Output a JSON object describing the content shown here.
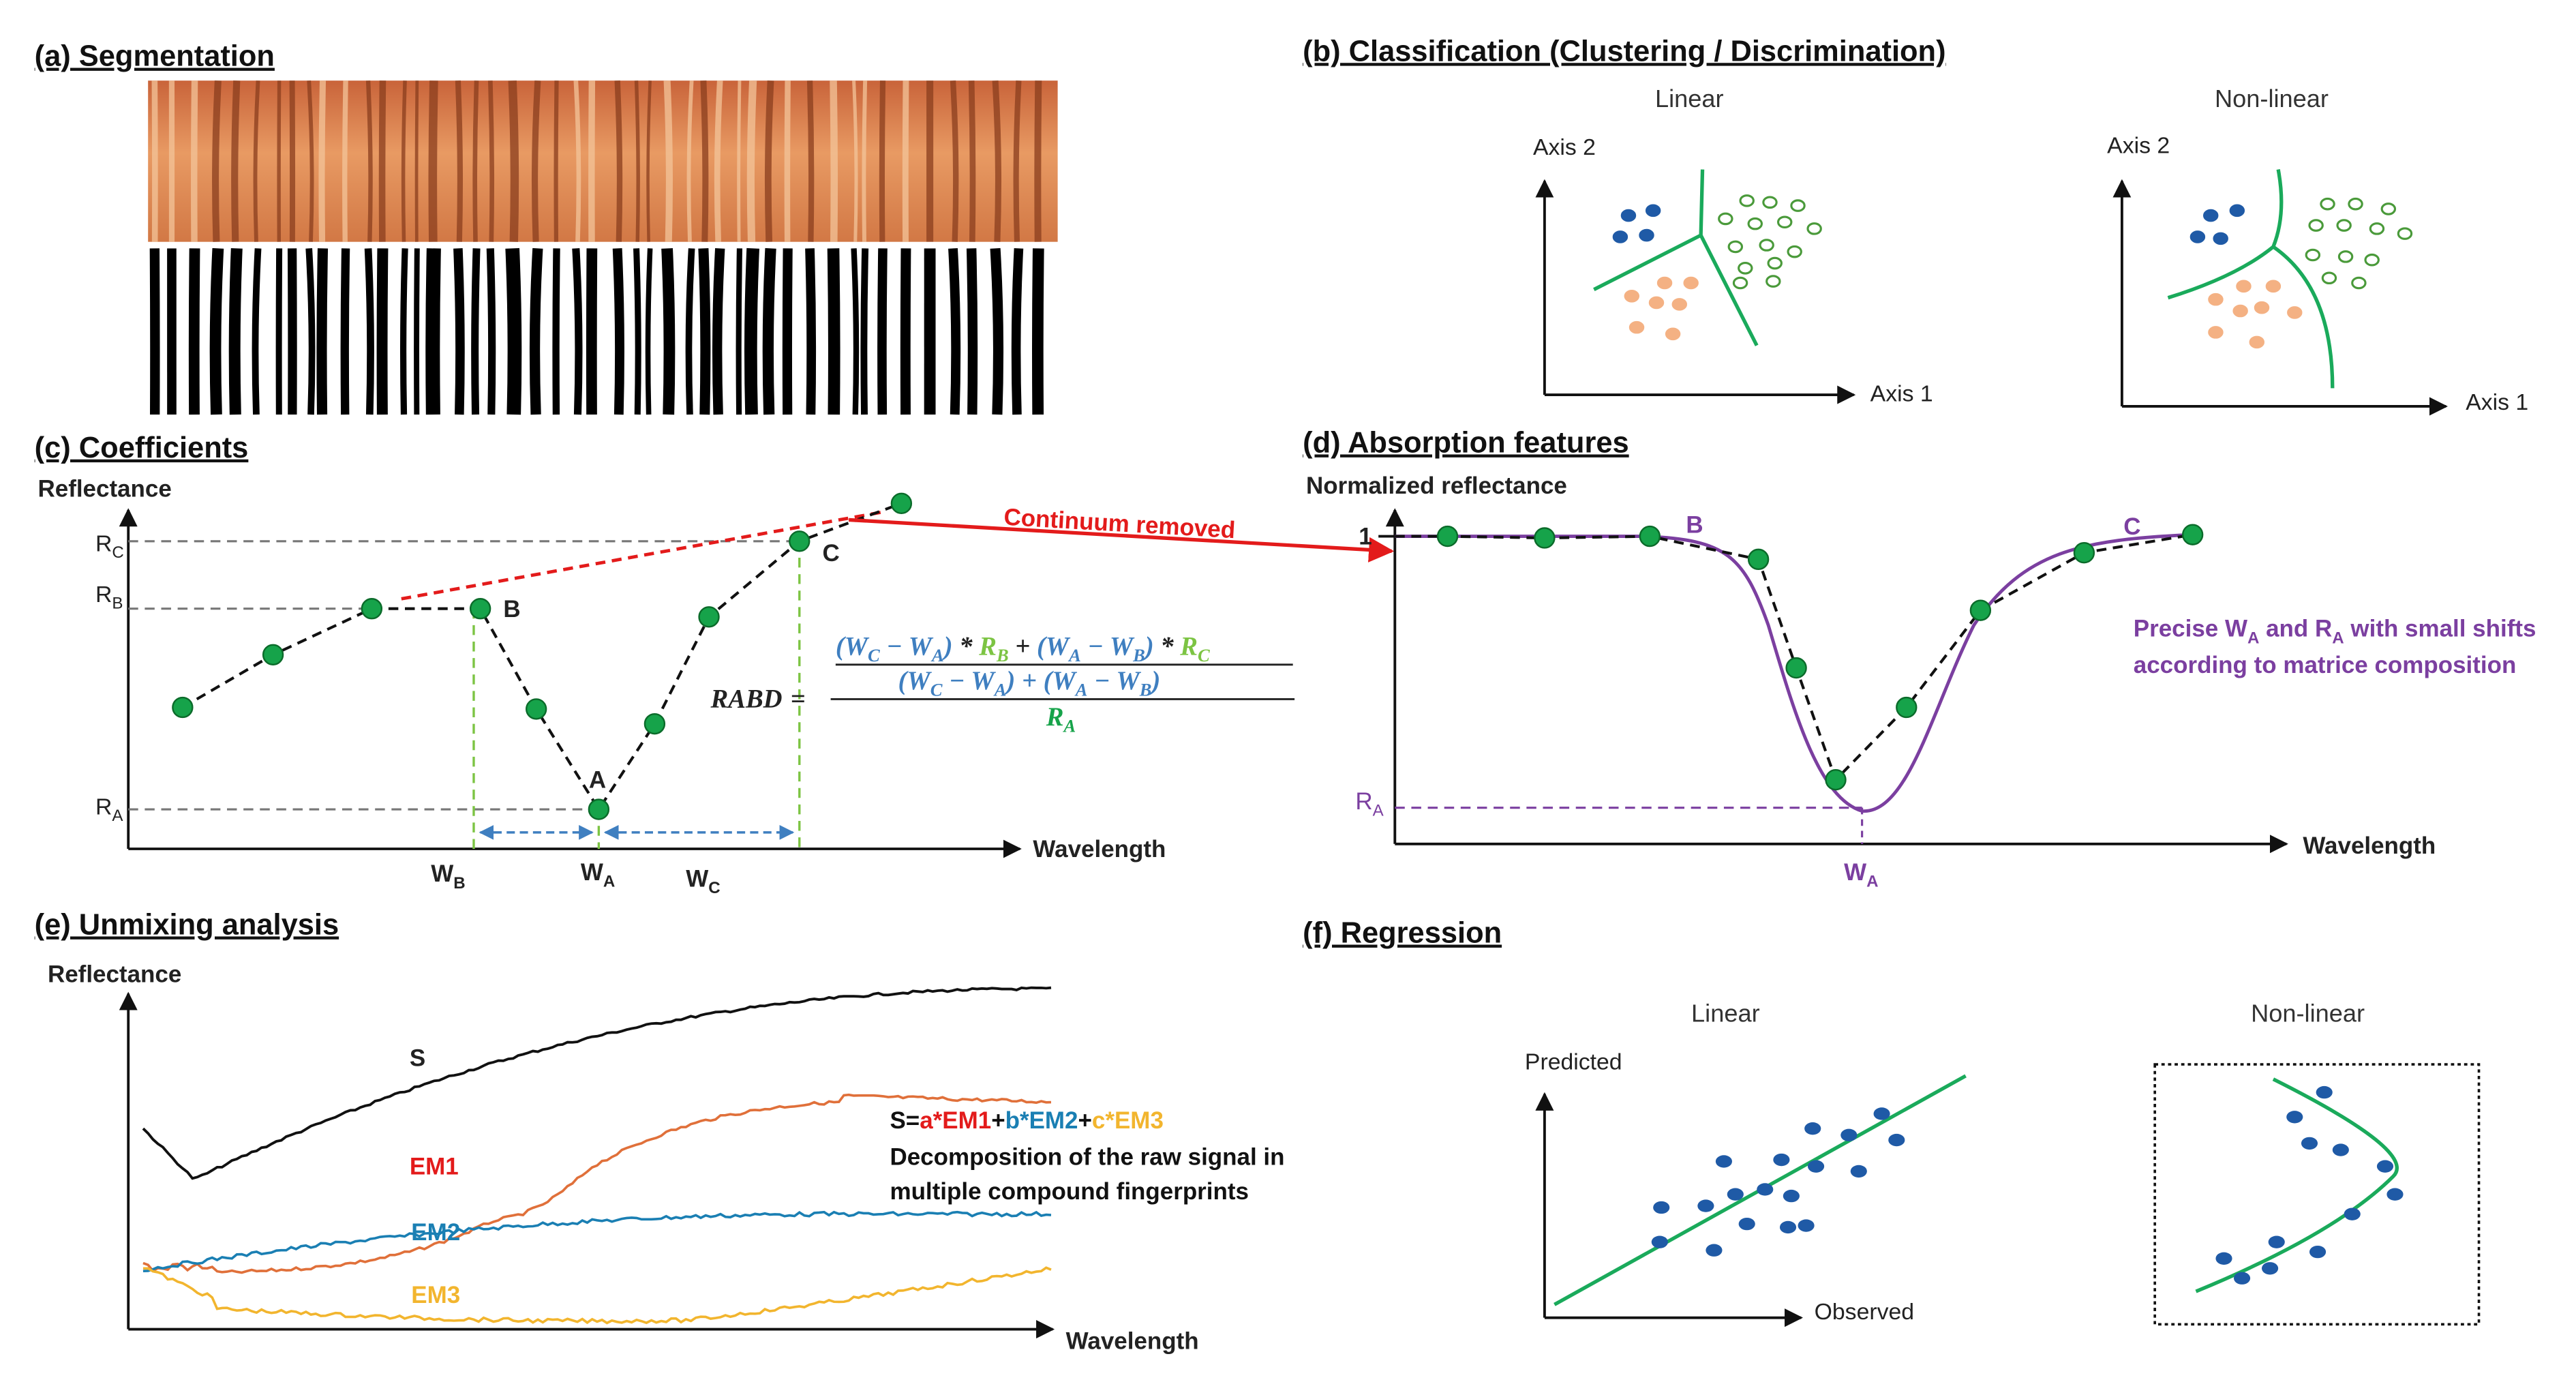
{
  "panels": {
    "a": {
      "title": "(a) Segmentation"
    },
    "b": {
      "title": "(b) Classification (Clustering / Discrimination)",
      "linear": "Linear",
      "nonlinear": "Non-linear",
      "axis_x": "Axis 1",
      "axis_y": "Axis 2"
    },
    "c": {
      "title": "(c) Coefficients",
      "ylabel": "Reflectance",
      "xlabel": "Wavelength",
      "rc": "R",
      "rc_sub": "C",
      "rb": "R",
      "rb_sub": "B",
      "ra": "R",
      "ra_sub": "A",
      "wb": "W",
      "wb_sub": "B",
      "wa": "W",
      "wa_sub": "A",
      "wc": "W",
      "wc_sub": "C",
      "point_a": "A",
      "point_b": "B",
      "point_c": "C",
      "formula": {
        "lhs": "RABD",
        "eq": "=",
        "num_1": "(W",
        "num_1s": "C",
        "num_2": " − W",
        "num_2s": "A",
        "num_3": ")",
        "mul1": " * ",
        "rb": "R",
        "rb_s": "B",
        "plus": " + ",
        "num_4": "(W",
        "num_4s": "A",
        "num_5": " − W",
        "num_5s": "B",
        "num_6": ")",
        "mul2": " * ",
        "rc": "R",
        "rc_s": "C",
        "den_1": "(W",
        "den_1s": "C",
        "den_2": " − W",
        "den_2s": "A",
        "den_3": ") + (W",
        "den_3s": "A",
        "den_4": " − W",
        "den_4s": "B",
        "den_5": ")",
        "ra": "R",
        "ra_s": "A"
      },
      "continuum_label": "Continuum removed"
    },
    "d": {
      "title": "(d) Absorption features",
      "ylabel": "Normalized reflectance",
      "xlabel": "Wavelength",
      "one": "1",
      "ra": "R",
      "ra_sub": "A",
      "wa": "W",
      "wa_sub": "A",
      "point_b": "B",
      "point_c": "C",
      "note_1a": "Precise W",
      "note_1b": "A",
      "note_1c": " and R",
      "note_1d": "A",
      "note_1e": " with small shifts",
      "note_2": "according to matrice composition"
    },
    "e": {
      "title": "(e) Unmixing analysis",
      "ylabel": "Reflectance",
      "xlabel": "Wavelength",
      "s": "S",
      "em1": "EM1",
      "em2": "EM2",
      "em3": "EM3",
      "eq_s": "S=",
      "eq_a": "a*EM1",
      "eq_p1": "+",
      "eq_b": "b*EM2",
      "eq_p2": "+",
      "eq_c": "c*EM3",
      "desc_1": "Decomposition of the raw signal in",
      "desc_2": "multiple compound fingerprints"
    },
    "f": {
      "title": "(f) Regression",
      "linear": "Linear",
      "nonlinear": "Non-linear",
      "ylabel": "Predicted",
      "xlabel": "Observed"
    }
  },
  "colors": {
    "green_point": "#16a34a",
    "blue_point": "#1f5aa6",
    "orange_point": "#f4b183",
    "green_line": "#1aaa5b",
    "red": "#e31b1b",
    "purple": "#7b3fa0",
    "blue_formula": "#3f7fc0",
    "light_green": "#7cc443",
    "teal": "#1a8aa6",
    "s_curve": "#111111",
    "em1": "#e0703a",
    "em2": "#1a7fb3",
    "em3": "#f2b52e"
  },
  "icons": {
    "wood_core": "wood-core-photo",
    "binary_mask": "segmentation-mask"
  }
}
